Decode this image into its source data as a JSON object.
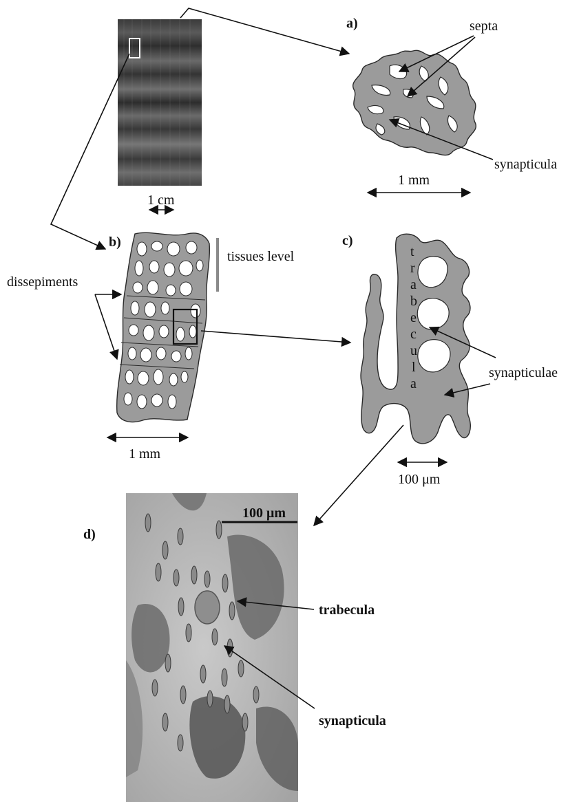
{
  "panels": {
    "a": {
      "letter": "a)",
      "labels": {
        "septa": "septa",
        "synapticula": "synapticula"
      },
      "scale": "1 mm"
    },
    "b": {
      "letter": "b)",
      "labels": {
        "dissepiments": "dissepiments",
        "tissues_level": "tissues level"
      },
      "scale": "1 mm"
    },
    "c": {
      "letter": "c)",
      "labels": {
        "trabecula_letters": [
          "t",
          "r",
          "a",
          "b",
          "e",
          "c",
          "u",
          "l",
          "a"
        ],
        "synapticulae": "synapticulae"
      },
      "scale": "100 μm"
    },
    "d": {
      "letter": "d)",
      "labels": {
        "trabecula": "trabecula",
        "synapticula": "synapticula"
      },
      "scale": "100 μm"
    }
  },
  "core_photo": {
    "scale": "1 cm"
  }
}
